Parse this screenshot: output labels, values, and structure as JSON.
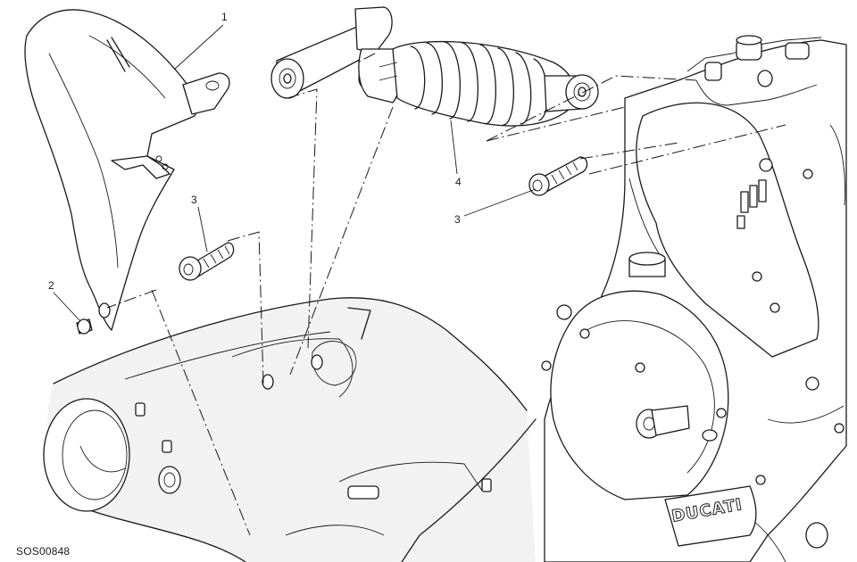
{
  "diagram": {
    "code": "SOS00848",
    "callouts": [
      "1",
      "2",
      "3",
      "4",
      "3"
    ],
    "engine_logo": "DUCATI"
  }
}
